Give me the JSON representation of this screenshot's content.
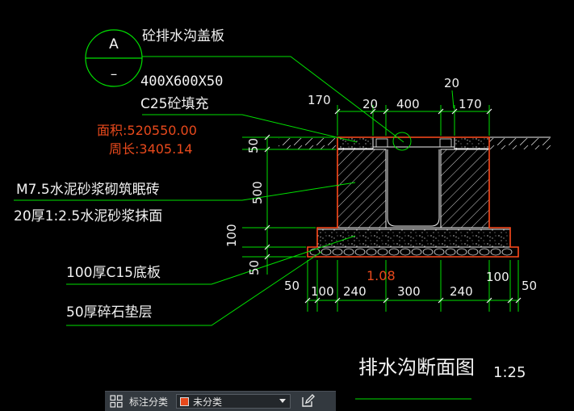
{
  "drawing": {
    "symbol_letter": "A",
    "symbol_dash": "–",
    "label_cover": "砼排水沟盖板",
    "label_cover_size": "400X600X50",
    "label_fill": "C25砼填充",
    "area_text": "面积:520550.00",
    "perimeter_text": "周长:3405.14",
    "label_brick": "M7.5水泥砂浆砌筑眠砖",
    "label_plaster": "20厚1:2.5水泥砂浆抹面",
    "label_base": "100厚C15底板",
    "label_gravel": "50厚碎石垫层",
    "title": "排水沟断面图",
    "scale": "1:25",
    "width_label": "1.08",
    "dims": {
      "top_170_left": "170",
      "top_20_left": "20",
      "top_400": "400",
      "top_170_right": "170",
      "top_20_right": "20",
      "left_50": "50",
      "left_500": "500",
      "left_100": "100",
      "left_50_bottom": "50",
      "bottom_50_left": "50",
      "bottom_100_left": "100",
      "bottom_240_left": "240",
      "bottom_300": "300",
      "bottom_240_right": "240",
      "bottom_100_right": "100",
      "bottom_50_right": "50"
    }
  },
  "colors": {
    "leader": "#00e000",
    "outline": "#ff4a1c",
    "text": "#f2f2f2",
    "red_text": "#e8491c",
    "background": "#000000"
  },
  "toolbar": {
    "label": "标注分类",
    "value": "未分类",
    "swatch_color": "#e8491c",
    "grid_icon": "grid-icon",
    "edit_icon": "edit-icon"
  }
}
